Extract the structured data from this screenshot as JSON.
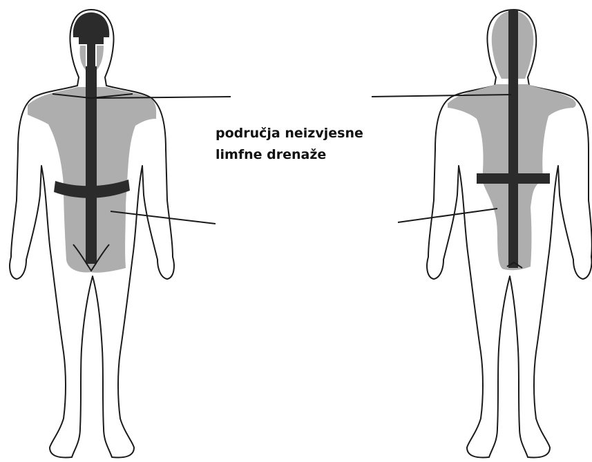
{
  "annotation": {
    "line1": "područja neizvjesne",
    "line2": "limfne drenaže"
  },
  "colors": {
    "outline": "#1a1a1a",
    "zone_light": "#aeaeae",
    "zone_dark": "#2b2b2b",
    "background": "#ffffff"
  },
  "figures": [
    "front-view",
    "back-view"
  ]
}
